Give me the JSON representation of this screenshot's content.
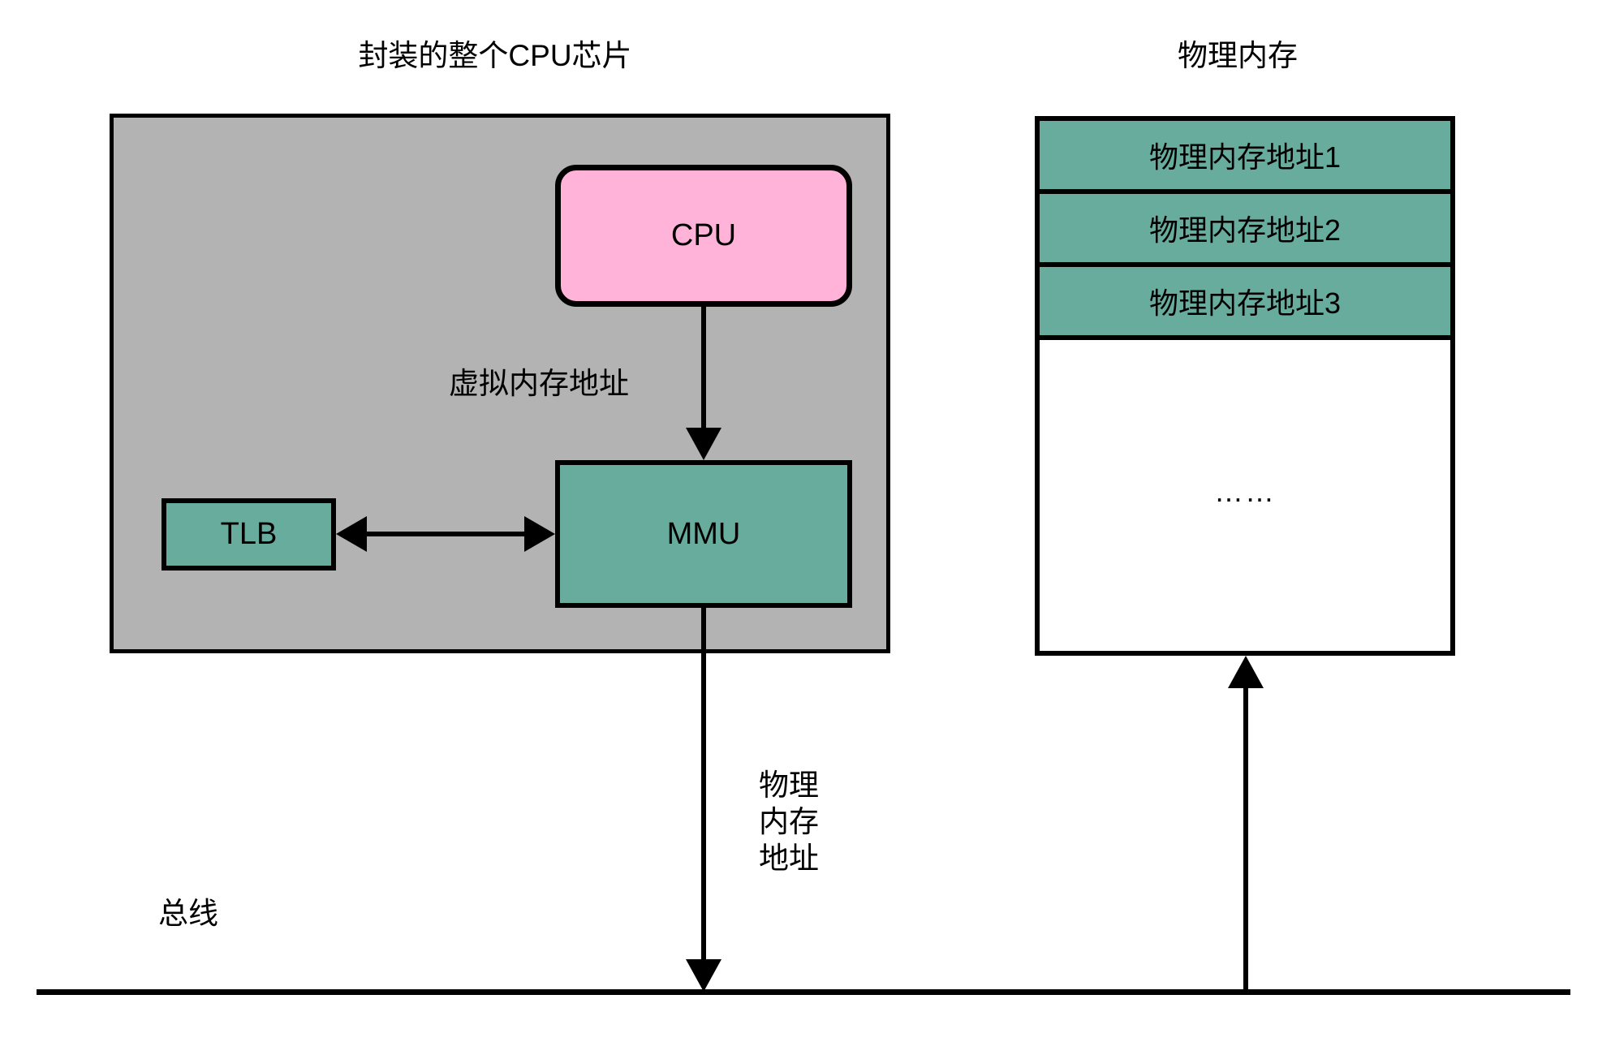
{
  "diagram": {
    "titles": {
      "cpu_chip": "封装的整个CPU芯片",
      "physical_memory": "物理内存"
    },
    "cpu_chip": {
      "cpu_label": "CPU",
      "mmu_label": "MMU",
      "tlb_label": "TLB",
      "virtual_address_label": "虚拟内存地址",
      "fill_color": "#b3b3b3",
      "cpu_fill_color": "#ffb3d9",
      "mmu_fill_color": "#67ac9d",
      "tlb_fill_color": "#67ac9d"
    },
    "memory": {
      "fill_color": "#67ac9d",
      "rows": [
        {
          "label": "物理内存地址1"
        },
        {
          "label": "物理内存地址2"
        },
        {
          "label": "物理内存地址3"
        }
      ],
      "ellipsis": "……"
    },
    "connectors": {
      "physical_address_label_line1": "物理",
      "physical_address_label_line2": "内存",
      "physical_address_label_line3": "地址",
      "bus_label": "总线",
      "stroke_color": "#000000"
    }
  }
}
